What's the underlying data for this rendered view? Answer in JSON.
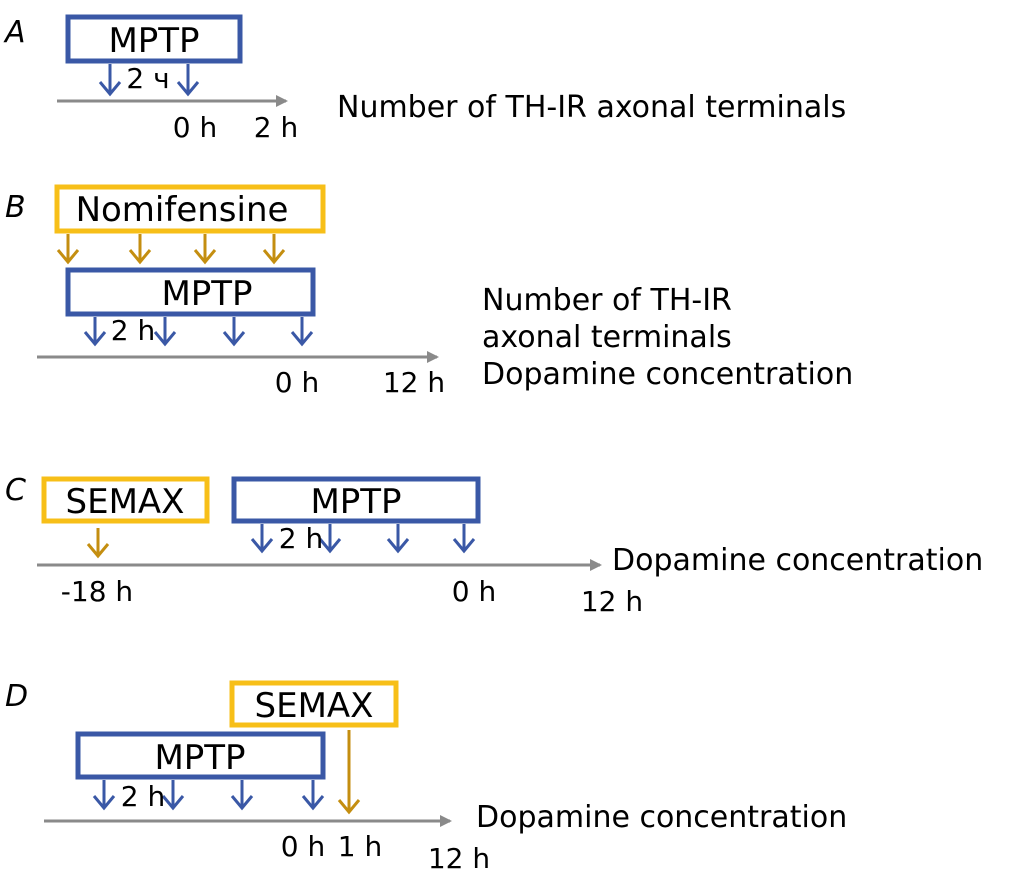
{
  "colors": {
    "mptp": "#3a58a6",
    "treatment_box": "#f7bf18",
    "treatment_arrow": "#c48e10",
    "axis": "#8a8a8a",
    "text": "#000000"
  },
  "panels": [
    {
      "letter": "A",
      "boxes": [
        {
          "label": "MPTP",
          "kind": "mptp"
        }
      ],
      "interval_label": "2 ч",
      "ticks": [
        "0 h",
        "2 h"
      ],
      "readout": [
        "Number of TH-IR axonal terminals"
      ]
    },
    {
      "letter": "B",
      "boxes": [
        {
          "label": "Nomifensine",
          "kind": "treatment"
        },
        {
          "label": "MPTP",
          "kind": "mptp"
        }
      ],
      "interval_label": "2 h",
      "ticks": [
        "0 h",
        "12 h"
      ],
      "readout": [
        "Number of TH-IR",
        "axonal terminals",
        "Dopamine concentration"
      ]
    },
    {
      "letter": "C",
      "boxes": [
        {
          "label": "SEMAX",
          "kind": "treatment"
        },
        {
          "label": "MPTP",
          "kind": "mptp"
        }
      ],
      "interval_label": "2 h",
      "ticks": [
        "-18 h",
        "0 h",
        "12 h"
      ],
      "readout": [
        "Dopamine concentration"
      ]
    },
    {
      "letter": "D",
      "boxes": [
        {
          "label": "SEMAX",
          "kind": "treatment"
        },
        {
          "label": "MPTP",
          "kind": "mptp"
        }
      ],
      "interval_label": "2 h",
      "ticks": [
        "0 h",
        "1 h",
        "12 h"
      ],
      "readout": [
        "Dopamine concentration"
      ]
    }
  ]
}
